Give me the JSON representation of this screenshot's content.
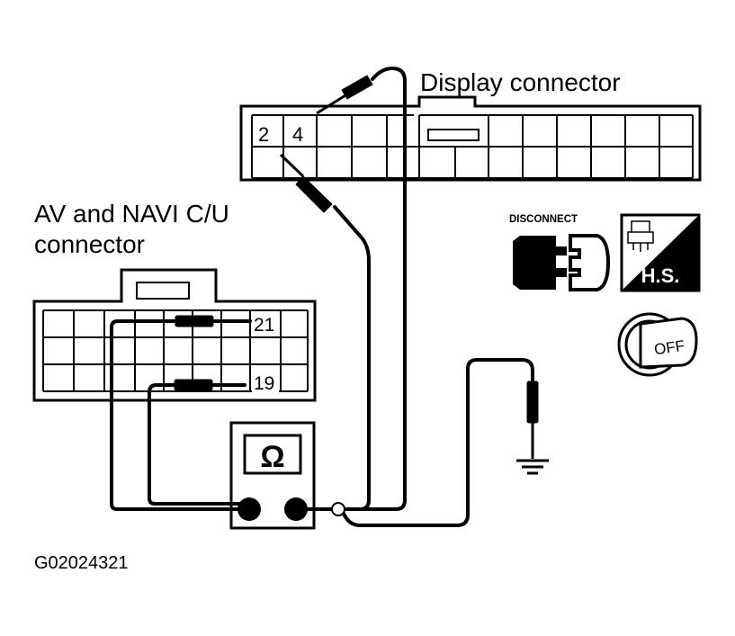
{
  "labels": {
    "display_connector": "Display connector",
    "av_navi_line1": "AV and NAVI C/U",
    "av_navi_line2": "connector",
    "figure_id": "G02024321"
  },
  "display_pins": {
    "pin_a": "2",
    "pin_b": "4"
  },
  "av_pins": {
    "pin_a": "21",
    "pin_b": "19"
  },
  "meter": {
    "symbol": "Ω"
  },
  "badges": {
    "disconnect": "DISCONNECT",
    "hs": "H.S.",
    "off": "OFF"
  },
  "icons": [
    "disconnect-connector-icon",
    "harness-side-icon",
    "ignition-key-off-icon",
    "ground-symbol-icon"
  ]
}
